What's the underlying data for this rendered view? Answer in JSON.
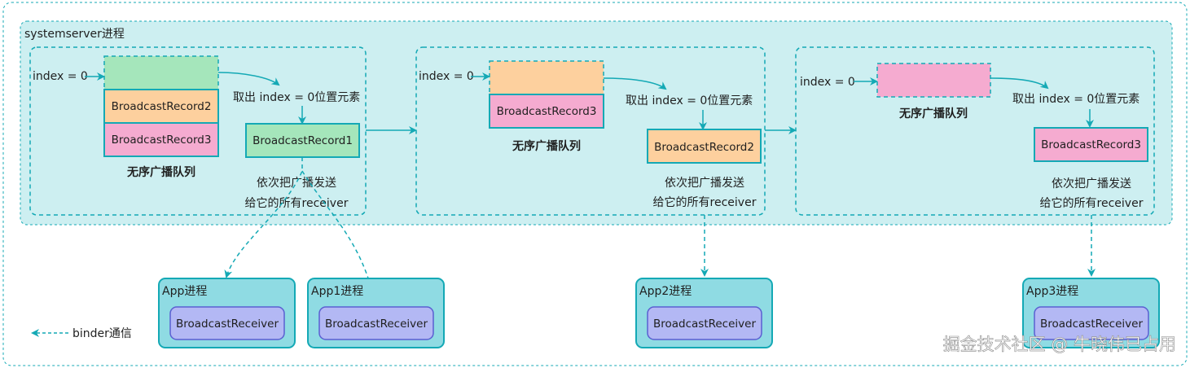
{
  "systemserver_label": "systemserver进程",
  "panels": [
    {
      "index_label": "index = 0",
      "queue": [
        "",
        "BroadcastRecord2",
        "BroadcastRecord3"
      ],
      "queue_label": "无序广播队列",
      "take_label": "取出 index = 0位置元素",
      "taken": "BroadcastRecord1",
      "send_line1": "依次把广播发送",
      "send_line2": "给它的所有receiver"
    },
    {
      "index_label": "index = 0",
      "queue": [
        "",
        "BroadcastRecord3"
      ],
      "queue_label": "无序广播队列",
      "take_label": "取出 index = 0位置元素",
      "taken": "BroadcastRecord2",
      "send_line1": "依次把广播发送",
      "send_line2": "给它的所有receiver"
    },
    {
      "index_label": "index = 0",
      "queue": [
        ""
      ],
      "queue_label": "无序广播队列",
      "take_label": "取出 index = 0位置元素",
      "taken": "BroadcastRecord3",
      "send_line1": "依次把广播发送",
      "send_line2": "给它的所有receiver"
    }
  ],
  "apps": [
    {
      "title": "App进程",
      "receiver": "BroadcastReceiver"
    },
    {
      "title": "App1进程",
      "receiver": "BroadcastReceiver"
    },
    {
      "title": "App2进程",
      "receiver": "BroadcastReceiver"
    },
    {
      "title": "App3进程",
      "receiver": "BroadcastReceiver"
    }
  ],
  "legend": "binder通信",
  "watermark": "掘金技术社区 @ 牛晓伟已占用",
  "colors": {
    "teal": "#14a9b5",
    "panel_fill": "#cdeff1",
    "app_fill": "#8fdbe3",
    "receiver_fill": "#b3b8f4",
    "receiver_stroke": "#5a5fd1",
    "green": "#a5e6bb",
    "orange": "#fdd09e",
    "pink": "#f5abd0"
  }
}
